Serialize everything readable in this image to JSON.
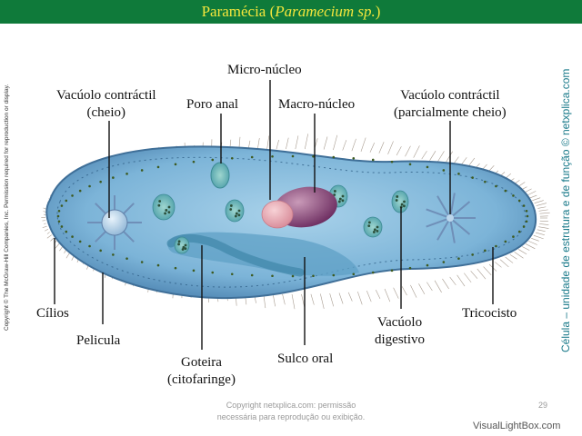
{
  "title": {
    "prefix": "Paramécia (",
    "species": "Paramecium sp.",
    "suffix": ")"
  },
  "labels": {
    "micronucleo": "Micro-núcleo",
    "vacuolo_contractil_cheio": "Vacúolo contráctil\n(cheio)",
    "poro_anal": "Poro anal",
    "macronucleo": "Macro-núcleo",
    "vacuolo_contractil_parcial": "Vacúolo contráctil\n(parcialmente cheio)",
    "cilios": "Cílios",
    "pelicula": "Pelicula",
    "goteira": "Goteira\n(citofaringe)",
    "sulco_oral": "Sulco oral",
    "vacuolo_digestivo": "Vacúolo\ndigestivo",
    "tricocisto": "Tricocisto"
  },
  "side_copyright": "Copyright © The McGraw-Hill Companies, Inc. Permission required for reproduction or display.",
  "side_title": "Célula – unidade de estrutura e de função © netxplica.com",
  "footer": {
    "line1": "Copyright netxplica.com: permissão",
    "line2": "necessária para reprodução ou exibição."
  },
  "page_number": "29",
  "watermark": "VisualLightBox.com",
  "colors": {
    "title_bg": "#0f7a3a",
    "title_text": "#f4e63c",
    "cell": "#6fa9cf",
    "side_title": "#1a7a8a"
  }
}
